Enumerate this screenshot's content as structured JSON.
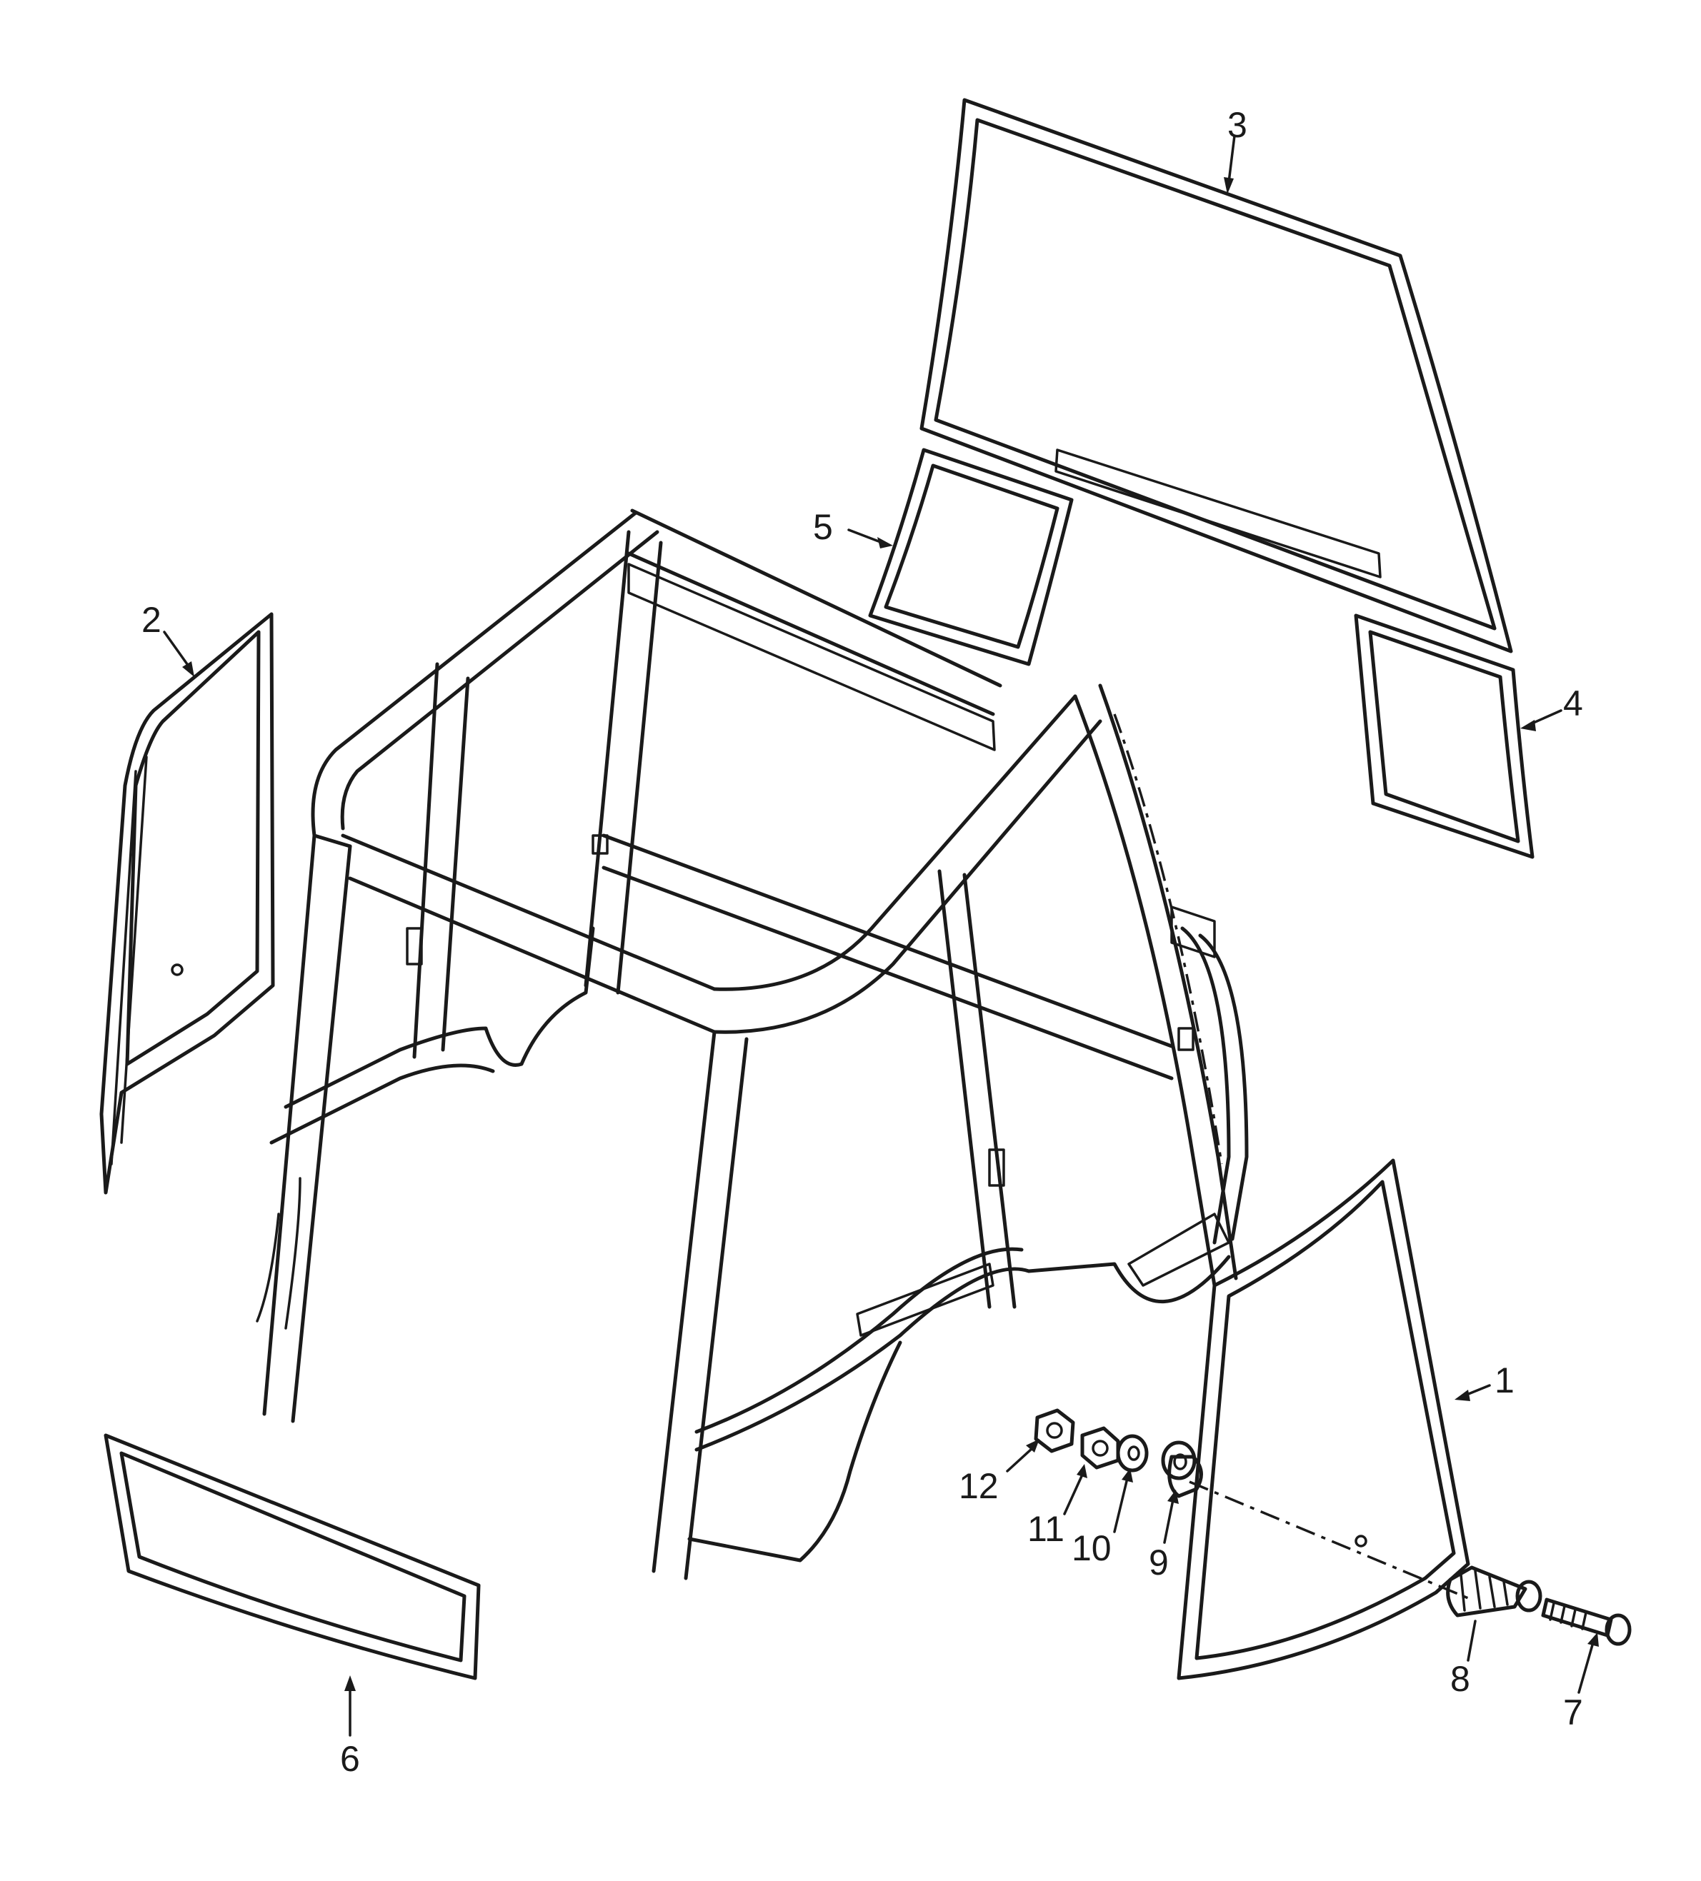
{
  "callouts": [
    {
      "id": "1",
      "label": "1"
    },
    {
      "id": "2",
      "label": "2"
    },
    {
      "id": "3",
      "label": "3"
    },
    {
      "id": "4",
      "label": "4"
    },
    {
      "id": "5",
      "label": "5"
    },
    {
      "id": "6",
      "label": "6"
    },
    {
      "id": "7",
      "label": "7"
    },
    {
      "id": "8",
      "label": "8"
    },
    {
      "id": "9",
      "label": "9"
    },
    {
      "id": "10",
      "label": "10"
    },
    {
      "id": "11",
      "label": "11"
    },
    {
      "id": "12",
      "label": "12"
    }
  ],
  "colors": {
    "ink": "#1a1a1a",
    "paper": "#ffffff"
  }
}
